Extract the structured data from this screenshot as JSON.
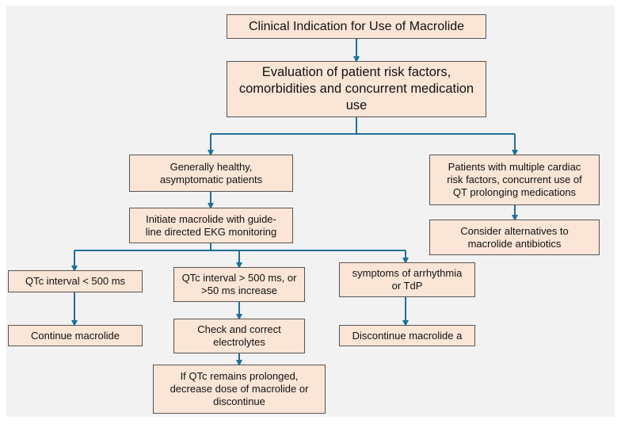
{
  "diagram": {
    "colors": {
      "box_fill": "#fbe5d6",
      "box_border": "#555555",
      "arrow": "#1f6f97",
      "background": "#f2f2f2"
    },
    "nodes": {
      "clinical_indication": "Clinical Indication for Use of Macrolide",
      "evaluation": [
        "Evaluation of patient risk factors,",
        "comorbidities and concurrent medication",
        "use"
      ],
      "healthy": [
        "Generally healthy,",
        "asymptomatic patients"
      ],
      "cardiac_risk": [
        "Patients with multiple cardiac",
        "risk factors, concurrent use of",
        "QT prolonging medications"
      ],
      "initiate": [
        "Initiate macrolide with guide-",
        "line directed EKG monitoring"
      ],
      "consider_alternatives": [
        "Consider alternatives to",
        "macrolide antibiotics"
      ],
      "qtc_low": "QTc interval < 500 ms",
      "qtc_high": [
        "QTc interval > 500 ms, or",
        ">50 ms increase"
      ],
      "symptoms": [
        "symptoms of arrhythmia",
        "or TdP"
      ],
      "continue": "Continue macrolide",
      "check_electrolytes": [
        "Check and correct",
        "electrolytes"
      ],
      "discontinue": "Discontinue macrolide a",
      "prolonged": [
        "If QTc remains prolonged,",
        "decrease dose of macrolide or",
        "discontinue"
      ]
    }
  }
}
